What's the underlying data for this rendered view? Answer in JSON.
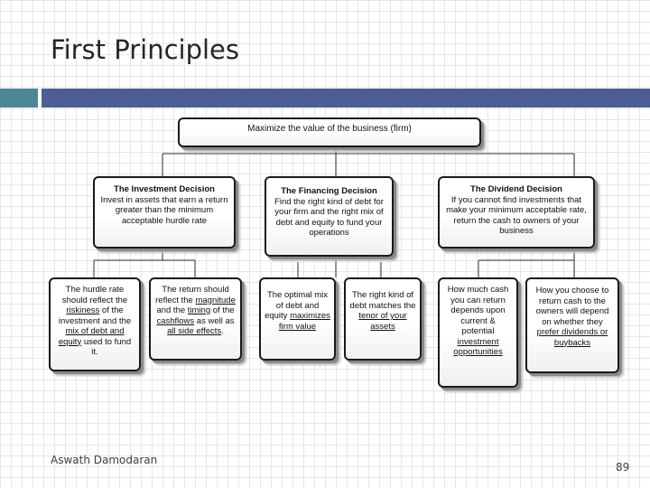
{
  "slide": {
    "title": "First Principles",
    "author": "Aswath Damodaran",
    "page_number": "89"
  },
  "diagram": {
    "root": "Maximize the value of the business (firm)",
    "investment": {
      "heading": "The Investment Decision",
      "body": "Invest in assets that earn a return greater than the minimum acceptable hurdle rate"
    },
    "financing": {
      "heading": "The Financing Decision",
      "body": "Find the right kind of debt for your firm and the right mix of debt and equity to fund your operations"
    },
    "dividend": {
      "heading": "The Dividend Decision",
      "body": "If you cannot find investments that make your minimum acceptable rate, return the cash to owners of your business"
    },
    "leaves": {
      "hurdle": {
        "t1": "The hurdle rate should reflect the ",
        "u1": "riskiness",
        "t2": " of the investment and the ",
        "u2": "mix of debt and equity",
        "t3": " used to fund it."
      },
      "return": {
        "t1": "The return should reflect the ",
        "u1": "magnitude",
        "t2": " and the ",
        "u2": "timing",
        "t3": " of the ",
        "u3": "cashflows",
        "t4": " as well as ",
        "u4": "all side effects",
        "t5": "."
      },
      "optimal": {
        "t1": "The optimal mix of debt and equity ",
        "u1": "maximizes firm value",
        "t2": ""
      },
      "rightkind": {
        "t1": "The right kind of debt matches the ",
        "u1": "tenor of your assets",
        "t2": ""
      },
      "howmuch": {
        "t1": "How much cash you can return depends upon current & potential ",
        "u1": "investment opportunities",
        "t2": ""
      },
      "howchoose": {
        "t1": "How you choose to return cash to the owners will depend on whether they ",
        "u1": "prefer dividends or buybacks",
        "t2": ""
      }
    }
  }
}
